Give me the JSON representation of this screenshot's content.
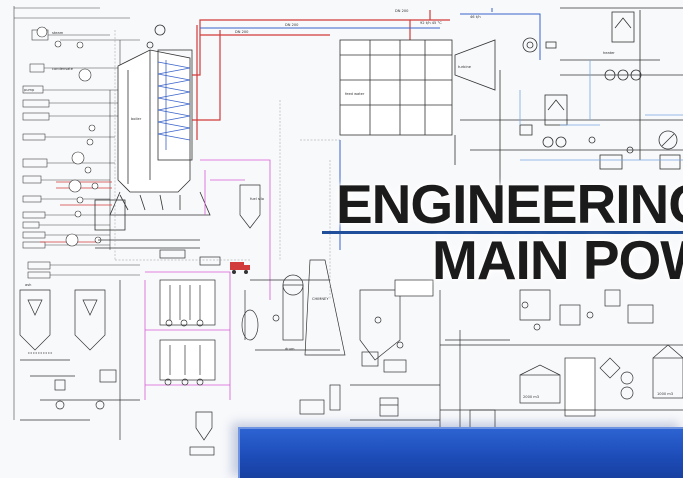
{
  "title": {
    "line1": "ENGINEERING",
    "line2": "MAIN POW"
  },
  "colors": {
    "accent_blue": "#1f4e9a",
    "panel_blue": "#1d4cb8",
    "steam_red": "#d23b3b",
    "pink_line": "#d65ad6",
    "blue_line": "#3a63c9",
    "schematic_line": "#3a3a3a"
  },
  "diagram_labels": {
    "dn1": "DN 200",
    "dn2": "DN 200",
    "dn3": "DN 200",
    "flow1": "92 t/h 45 °C",
    "flow2": "46 t/h",
    "storage1": "2000 m3",
    "storage2": "1000 m3",
    "chimney": "CHIMNEY",
    "sm1": "steam",
    "sm2": "condensate",
    "sm3": "pump",
    "sm4": "fuel silo",
    "sm5": "boiler",
    "sm6": "feed water",
    "sm7": "ash",
    "sm8": "drum",
    "sm9": "heater",
    "sm10": "turbine"
  }
}
